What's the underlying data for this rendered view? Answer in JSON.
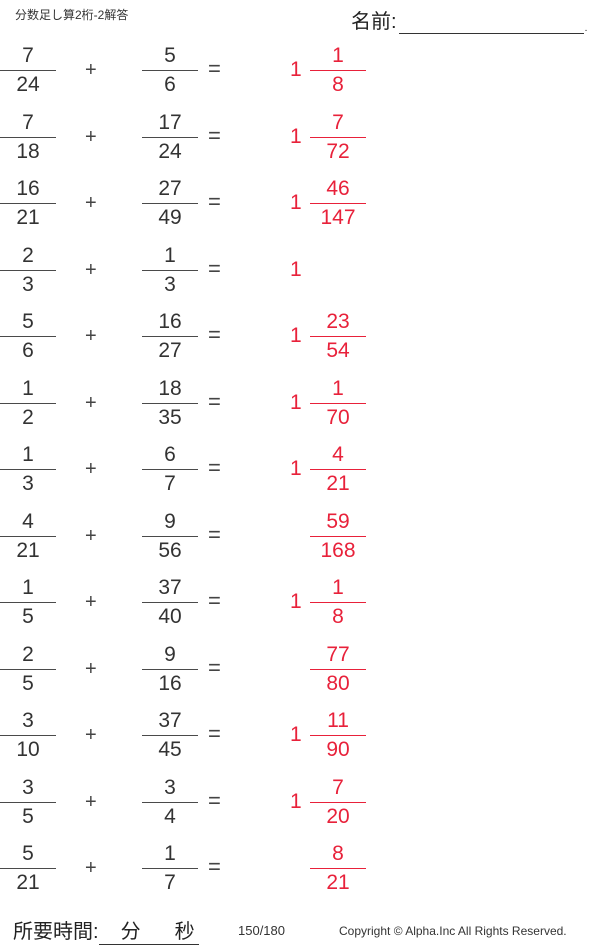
{
  "header": {
    "title": "分数足し算2桁-2解答",
    "name_label": "名前:",
    "name_value": "",
    "name_dot": "."
  },
  "operators": {
    "plus": "+",
    "equals": "="
  },
  "problems": [
    {
      "a_num": "7",
      "a_den": "24",
      "b_num": "5",
      "b_den": "6",
      "ans_whole": "1",
      "ans_num": "1",
      "ans_den": "8"
    },
    {
      "a_num": "7",
      "a_den": "18",
      "b_num": "17",
      "b_den": "24",
      "ans_whole": "1",
      "ans_num": "7",
      "ans_den": "72"
    },
    {
      "a_num": "16",
      "a_den": "21",
      "b_num": "27",
      "b_den": "49",
      "ans_whole": "1",
      "ans_num": "46",
      "ans_den": "147"
    },
    {
      "a_num": "2",
      "a_den": "3",
      "b_num": "1",
      "b_den": "3",
      "ans_whole": "1",
      "ans_num": "",
      "ans_den": ""
    },
    {
      "a_num": "5",
      "a_den": "6",
      "b_num": "16",
      "b_den": "27",
      "ans_whole": "1",
      "ans_num": "23",
      "ans_den": "54"
    },
    {
      "a_num": "1",
      "a_den": "2",
      "b_num": "18",
      "b_den": "35",
      "ans_whole": "1",
      "ans_num": "1",
      "ans_den": "70"
    },
    {
      "a_num": "1",
      "a_den": "3",
      "b_num": "6",
      "b_den": "7",
      "ans_whole": "1",
      "ans_num": "4",
      "ans_den": "21"
    },
    {
      "a_num": "4",
      "a_den": "21",
      "b_num": "9",
      "b_den": "56",
      "ans_whole": "",
      "ans_num": "59",
      "ans_den": "168"
    },
    {
      "a_num": "1",
      "a_den": "5",
      "b_num": "37",
      "b_den": "40",
      "ans_whole": "1",
      "ans_num": "1",
      "ans_den": "8"
    },
    {
      "a_num": "2",
      "a_den": "5",
      "b_num": "9",
      "b_den": "16",
      "ans_whole": "",
      "ans_num": "77",
      "ans_den": "80"
    },
    {
      "a_num": "3",
      "a_den": "10",
      "b_num": "37",
      "b_den": "45",
      "ans_whole": "1",
      "ans_num": "11",
      "ans_den": "90"
    },
    {
      "a_num": "3",
      "a_den": "5",
      "b_num": "3",
      "b_den": "4",
      "ans_whole": "1",
      "ans_num": "7",
      "ans_den": "20"
    },
    {
      "a_num": "5",
      "a_den": "21",
      "b_num": "1",
      "b_den": "7",
      "ans_whole": "",
      "ans_num": "8",
      "ans_den": "21"
    }
  ],
  "footer": {
    "time_label": "所要時間:",
    "minutes_unit": "分",
    "seconds_unit": "秒",
    "page_number": "150/180",
    "copyright": "Copyright ©  Alpha.Inc All Rights Reserved."
  },
  "colors": {
    "answer": "#e8213a",
    "text": "#333333"
  }
}
